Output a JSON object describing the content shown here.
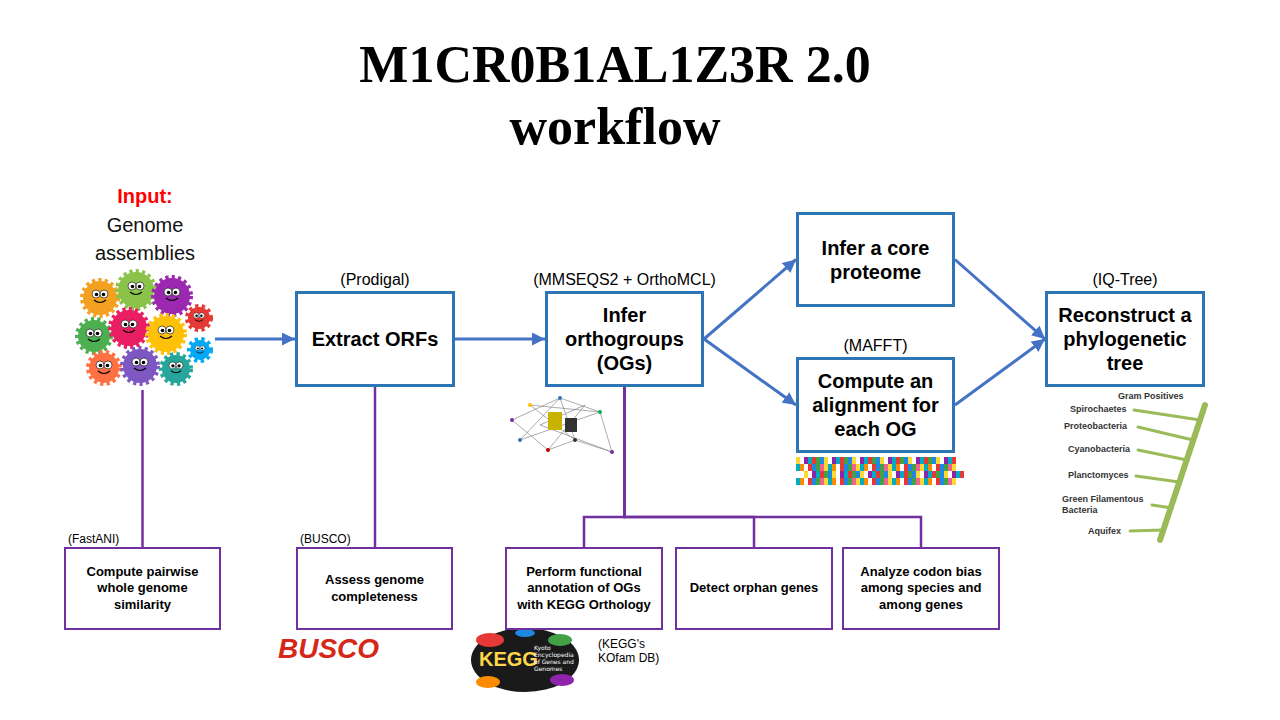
{
  "diagram": {
    "title": "M1CR0B1AL1Z3R 2.0 workflow",
    "nodes": [
      {
        "text": [
          "Input:",
          "Genome assemblies"
        ]
      },
      {
        "text": [
          "(Prodigal)",
          "Extract ORFs"
        ]
      },
      {
        "text": [
          "(MMSEQS2 + OrthoMCL)",
          "Infer orthogroups (OGs)"
        ]
      },
      {
        "text": [
          "Infer a core proteome"
        ]
      },
      {
        "text": [
          "(MAFFT)",
          "Compute an alignment for each OG"
        ]
      },
      {
        "text": [
          "(IQ-Tree)",
          "Reconstruct a phylogenetic tree"
        ]
      },
      {
        "text": [
          "(FastANI)",
          "Compute pairwise whole genome similarity"
        ]
      },
      {
        "text": [
          "(BUSCO)",
          "Assess genome completeness"
        ]
      },
      {
        "text": [
          "Perform functional annotation of OGs with KEGG Orthology"
        ]
      },
      {
        "text": [
          "Detect orphan genes"
        ]
      },
      {
        "text": [
          "Analyze codon bias among species and among genes"
        ]
      }
    ],
    "edges": [
      {
        "from": 0,
        "to": 1,
        "arrow": "to"
      },
      {
        "from": 1,
        "to": 2,
        "arrow": "to"
      },
      {
        "from": 2,
        "to": 3,
        "arrow": "to"
      },
      {
        "from": 2,
        "to": 4,
        "arrow": "to"
      },
      {
        "from": 3,
        "to": 5,
        "arrow": "to"
      },
      {
        "from": 4,
        "to": 5,
        "arrow": "to"
      },
      {
        "from": 0,
        "to": 6,
        "arrow": "none"
      },
      {
        "from": 1,
        "to": 7,
        "arrow": "none"
      },
      {
        "from": 2,
        "to": 8,
        "arrow": "none"
      },
      {
        "from": 2,
        "to": 9,
        "arrow": "none"
      },
      {
        "from": 2,
        "to": 10,
        "arrow": "none"
      }
    ],
    "labels": [
      "BUSCO",
      "KEGG",
      "Kyoto Encyclopedia of Genes and Genomes",
      "(KEGG's KOfam DB)",
      "Gram Positives",
      "Spirochaetes",
      "Proteobacteria",
      "Cyanobacteria",
      "Planctomyces",
      "Green Filamentous Bacteria",
      "Aquifex"
    ]
  }
}
